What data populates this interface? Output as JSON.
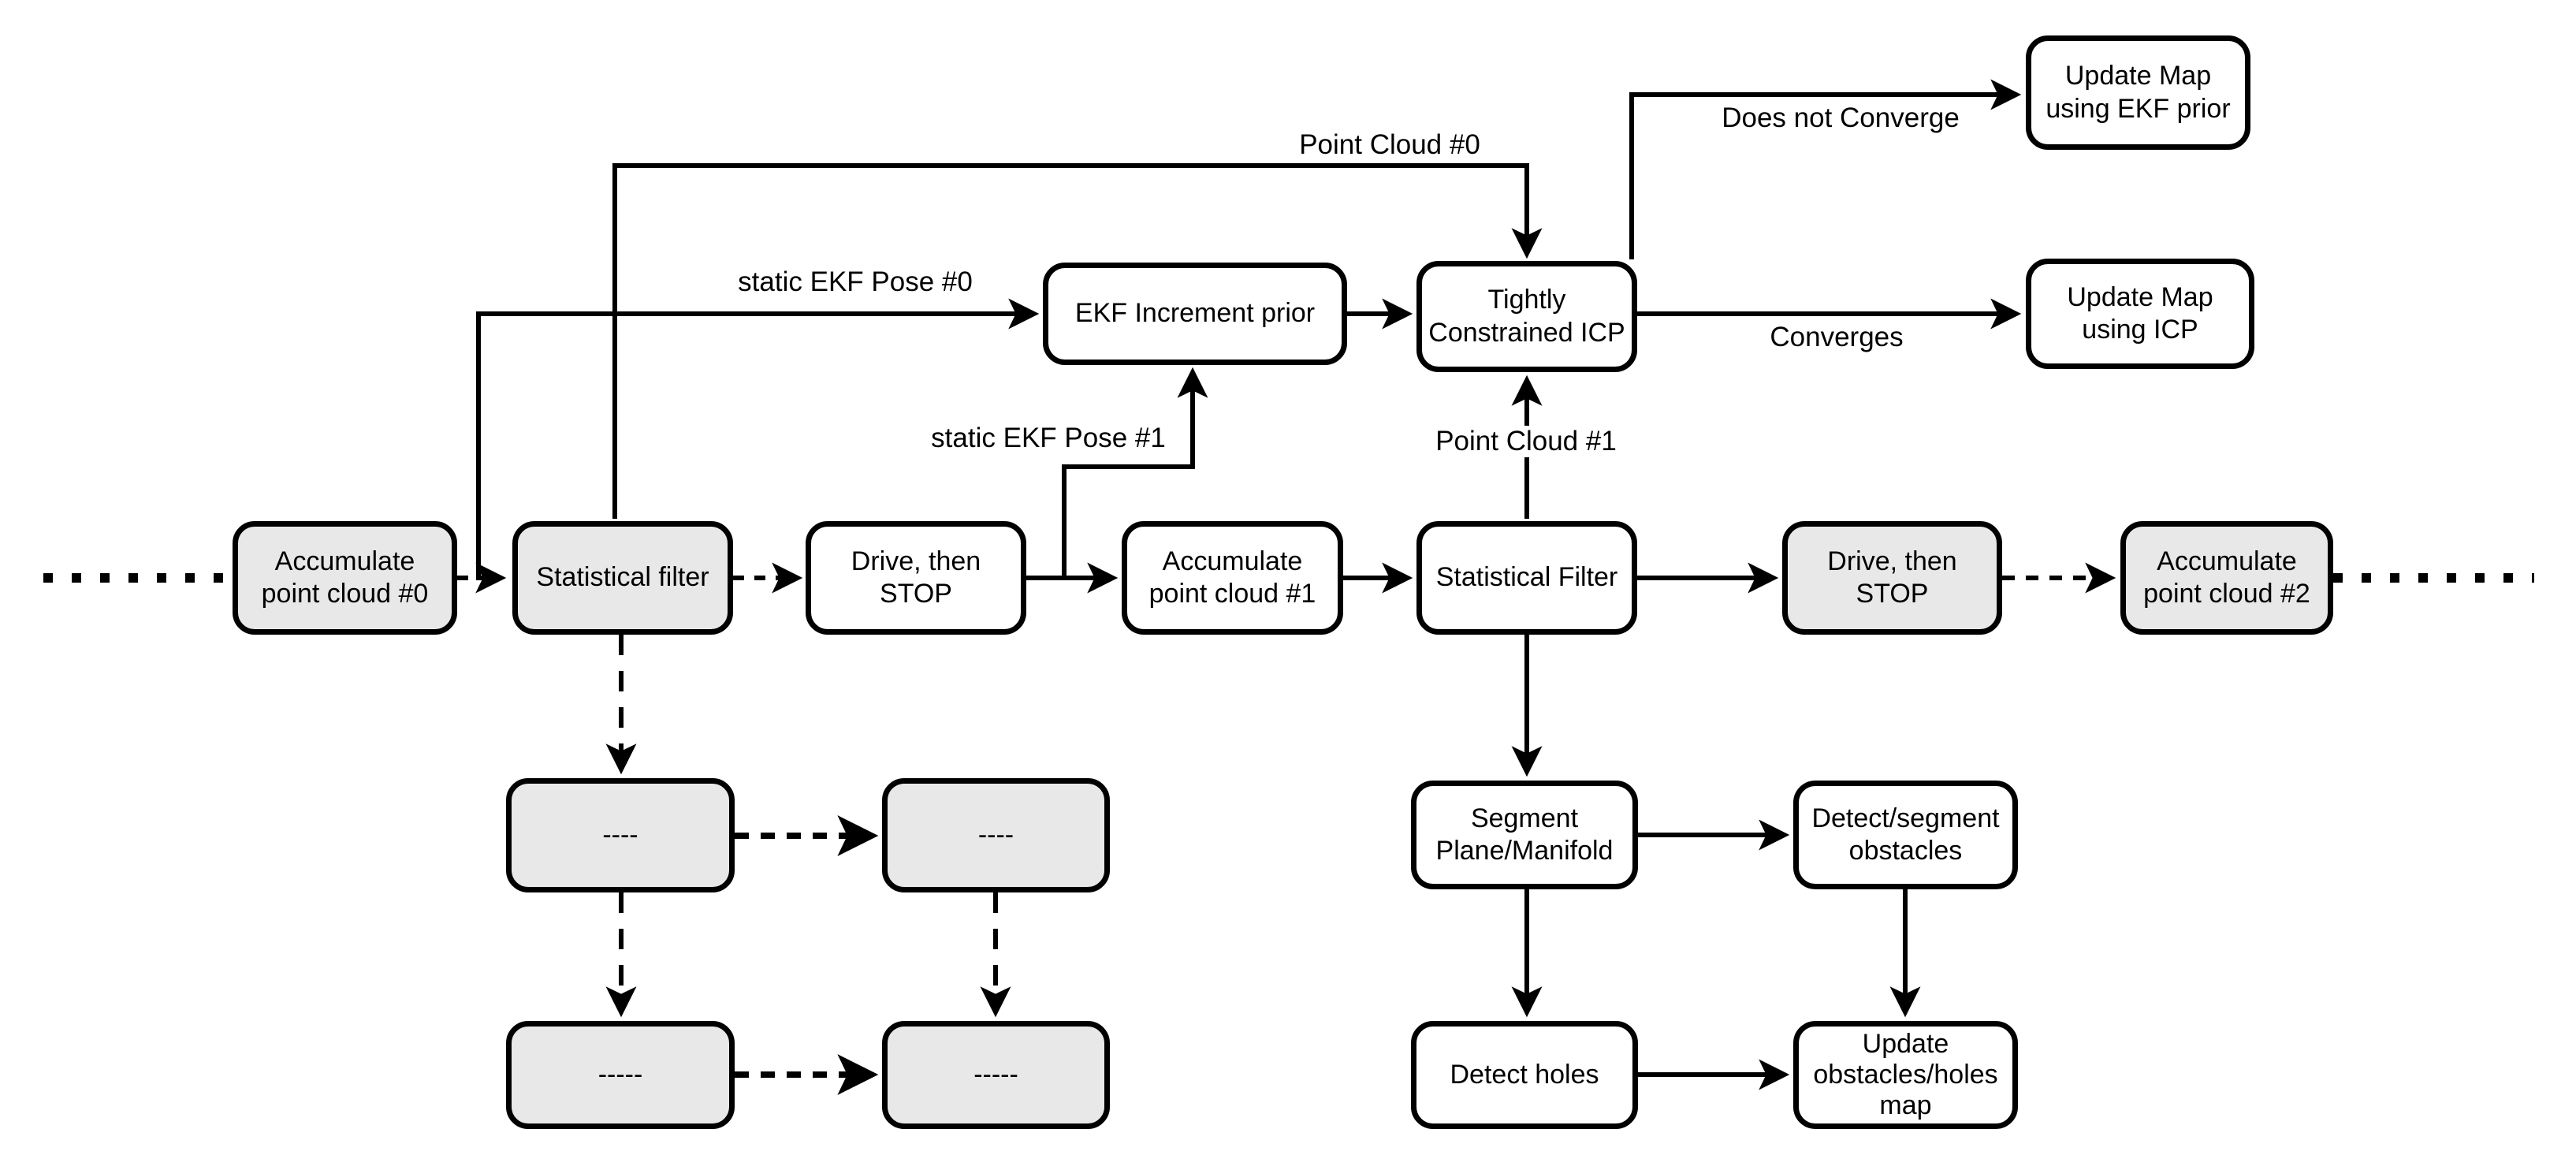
{
  "diagram": {
    "colors": {
      "node_fill_gray": "#e8e8e8",
      "node_fill_white": "#ffffff",
      "line": "#000000"
    },
    "nodes": {
      "accumulate0": {
        "label": "Accumulate\npoint cloud #0"
      },
      "statistical0": {
        "label": "Statistical filter"
      },
      "drive0": {
        "label": "Drive, then\nSTOP"
      },
      "accumulate1": {
        "label": "Accumulate\npoint cloud #1"
      },
      "statistical1": {
        "label": "Statistical Filter"
      },
      "drive1": {
        "label": "Drive, then\nSTOP"
      },
      "accumulate2": {
        "label": "Accumulate\npoint cloud #2"
      },
      "ekf_increment": {
        "label": "EKF Increment prior"
      },
      "icp": {
        "label": "Tightly\nConstrained ICP"
      },
      "update_map_ekf": {
        "label": "Update Map\nusing EKF prior"
      },
      "update_map_icp": {
        "label": "Update Map\nusing ICP"
      },
      "segment_plane": {
        "label": "Segment\nPlane/Manifold"
      },
      "detect_obstacles": {
        "label": "Detect/segment\nobstacles"
      },
      "detect_holes": {
        "label": "Detect holes"
      },
      "update_obstacles": {
        "label": "Update\nobstacles/holes\nmap"
      },
      "dash_box_1": {
        "label": "----"
      },
      "dash_box_2": {
        "label": "----"
      },
      "dash_box_3": {
        "label": "-----"
      },
      "dash_box_4": {
        "label": "-----"
      }
    },
    "edge_labels": {
      "point_cloud_0": "Point Cloud #0",
      "static_ekf_pose_0": "static EKF Pose #0",
      "static_ekf_pose_1": "static EKF Pose #1",
      "point_cloud_1": "Point Cloud #1",
      "does_not_converge": "Does not Converge",
      "converges": "Converges"
    }
  }
}
